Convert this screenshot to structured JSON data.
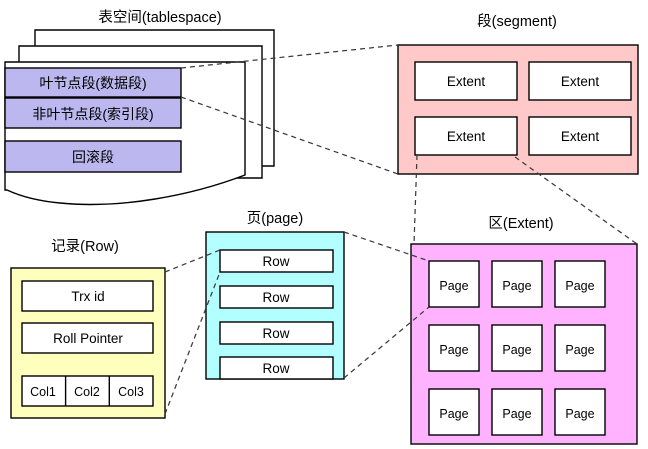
{
  "diagram": {
    "title_tablespace": "表空间(tablespace)",
    "title_segment": "段(segment)",
    "title_page": "页(page)",
    "title_extent": "区(Extent)",
    "title_row": "记录(Row)"
  },
  "tablespace": {
    "segments": [
      {
        "label": "叶节点段(数据段)"
      },
      {
        "label": "非叶节点段(索引段)"
      },
      {
        "label": "回滚段"
      }
    ],
    "sheet_count": 3
  },
  "segment": {
    "extents": [
      {
        "label": "Extent"
      },
      {
        "label": "Extent"
      },
      {
        "label": "Extent"
      },
      {
        "label": "Extent"
      }
    ]
  },
  "extent": {
    "pages": [
      {
        "label": "Page"
      },
      {
        "label": "Page"
      },
      {
        "label": "Page"
      },
      {
        "label": "Page"
      },
      {
        "label": "Page"
      },
      {
        "label": "Page"
      },
      {
        "label": "Page"
      },
      {
        "label": "Page"
      },
      {
        "label": "Page"
      }
    ]
  },
  "page": {
    "rows": [
      {
        "label": "Row"
      },
      {
        "label": "Row"
      },
      {
        "label": "Row"
      },
      {
        "label": "Row"
      }
    ]
  },
  "row": {
    "fields": [
      {
        "label": "Trx id"
      },
      {
        "label": "Roll Pointer"
      }
    ],
    "columns": [
      {
        "label": "Col1"
      },
      {
        "label": "Col2"
      },
      {
        "label": "Col3"
      }
    ]
  },
  "colors": {
    "segment_panel": "#ffc9c9",
    "extent_panel": "#ffb3ff",
    "page_panel": "#b3ffff",
    "row_panel": "#ffffbd",
    "segment_block": "#bdb7f0",
    "inner_block": "#ffffff",
    "stroke": "#000000",
    "connector": "#3b3b3b"
  }
}
